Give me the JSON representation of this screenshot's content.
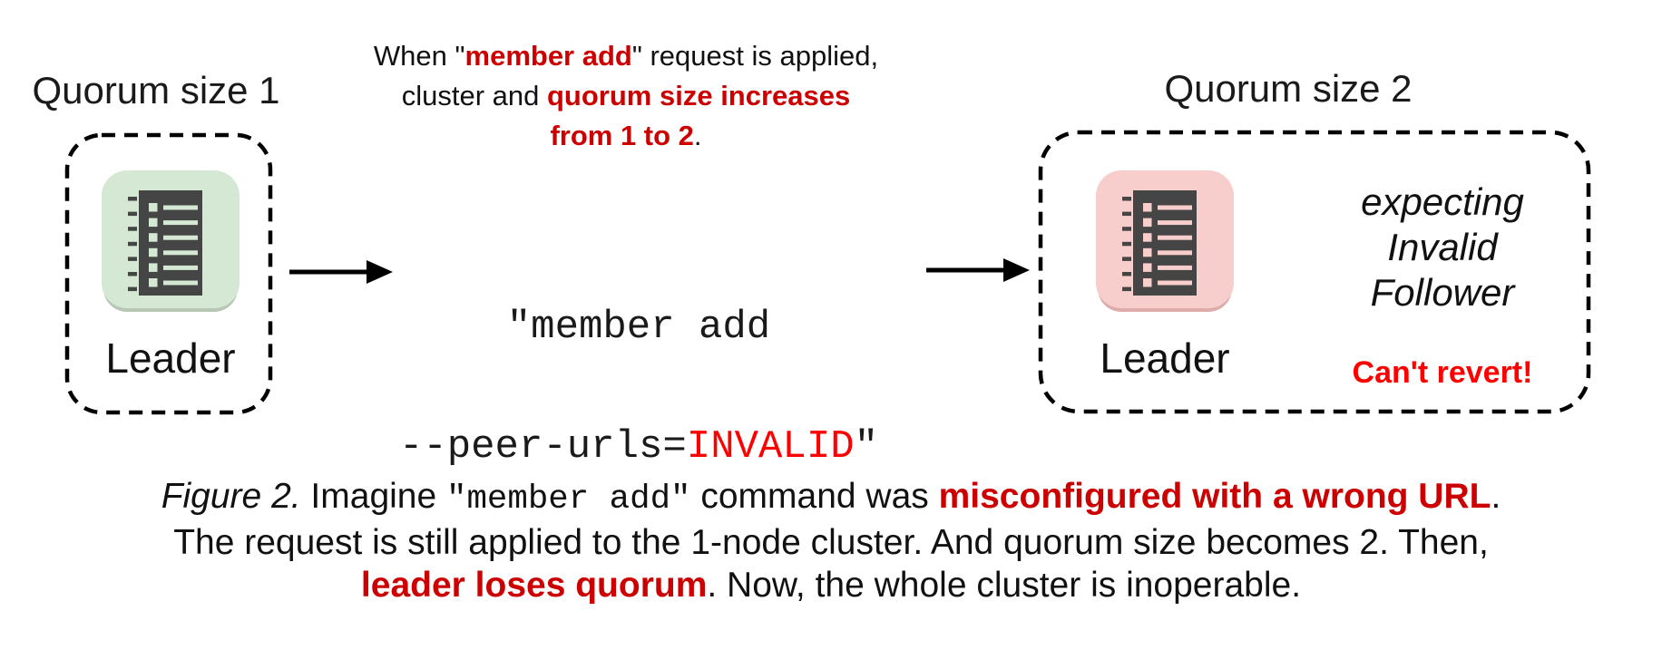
{
  "figure": {
    "type": "diagram",
    "topic": "etcd member add misconfiguration causing quorum loss"
  },
  "colors": {
    "background": "#ffffff",
    "text": "#111111",
    "red_bold": "#cc0000",
    "red_bright": "#ff0000",
    "node_green": "#d5e8d4",
    "node_green_shadow": "#b7c6b5",
    "node_pink": "#f8cecc",
    "node_pink_shadow": "#ddacaa",
    "icon_dark": "#454545",
    "border_dash": "#000000"
  },
  "icons": {
    "node_icon": "raft-log-icon",
    "arrow_icon": "arrow-right-icon"
  },
  "left_group": {
    "heading": "Quorum size 1",
    "node_label": "Leader"
  },
  "middle": {
    "annotation_lines": [
      [
        {
          "t": "When \"",
          "s": "plain"
        },
        {
          "t": "member add",
          "s": "bred"
        },
        {
          "t": "\" request is applied,",
          "s": "plain"
        }
      ],
      [
        {
          "t": "cluster and ",
          "s": "plain"
        },
        {
          "t": "quorum size increases",
          "s": "bred"
        }
      ],
      [
        {
          "t": "from 1 to 2",
          "s": "bred"
        },
        {
          "t": ".",
          "s": "plain"
        }
      ]
    ],
    "command_lines": [
      [
        {
          "t": "\"member add",
          "s": "mono"
        }
      ],
      [
        {
          "t": "--peer-urls=",
          "s": "mono"
        },
        {
          "t": "INVALID",
          "s": "monored"
        },
        {
          "t": "\"",
          "s": "mono"
        }
      ]
    ]
  },
  "right_group": {
    "heading": "Quorum size 2",
    "node_label": "Leader",
    "expect_lines": [
      "expecting",
      "Invalid",
      "Follower"
    ],
    "warning": "Can't revert!"
  },
  "caption_lines": [
    [
      {
        "t": "Figure 2.",
        "s": "italic"
      },
      {
        "t": " Imagine ",
        "s": "plain"
      },
      {
        "t": "\"member add\"",
        "s": "mono"
      },
      {
        "t": " command was ",
        "s": "plain"
      },
      {
        "t": "misconfigured with a wrong URL",
        "s": "bred"
      },
      {
        "t": ".",
        "s": "plain"
      }
    ],
    [
      {
        "t": "The request is still applied to the 1-node cluster. And quorum size becomes 2. Then,",
        "s": "plain"
      }
    ],
    [
      {
        "t": "leader loses quorum",
        "s": "bred"
      },
      {
        "t": ". Now, the whole cluster is inoperable.",
        "s": "plain"
      }
    ]
  ]
}
